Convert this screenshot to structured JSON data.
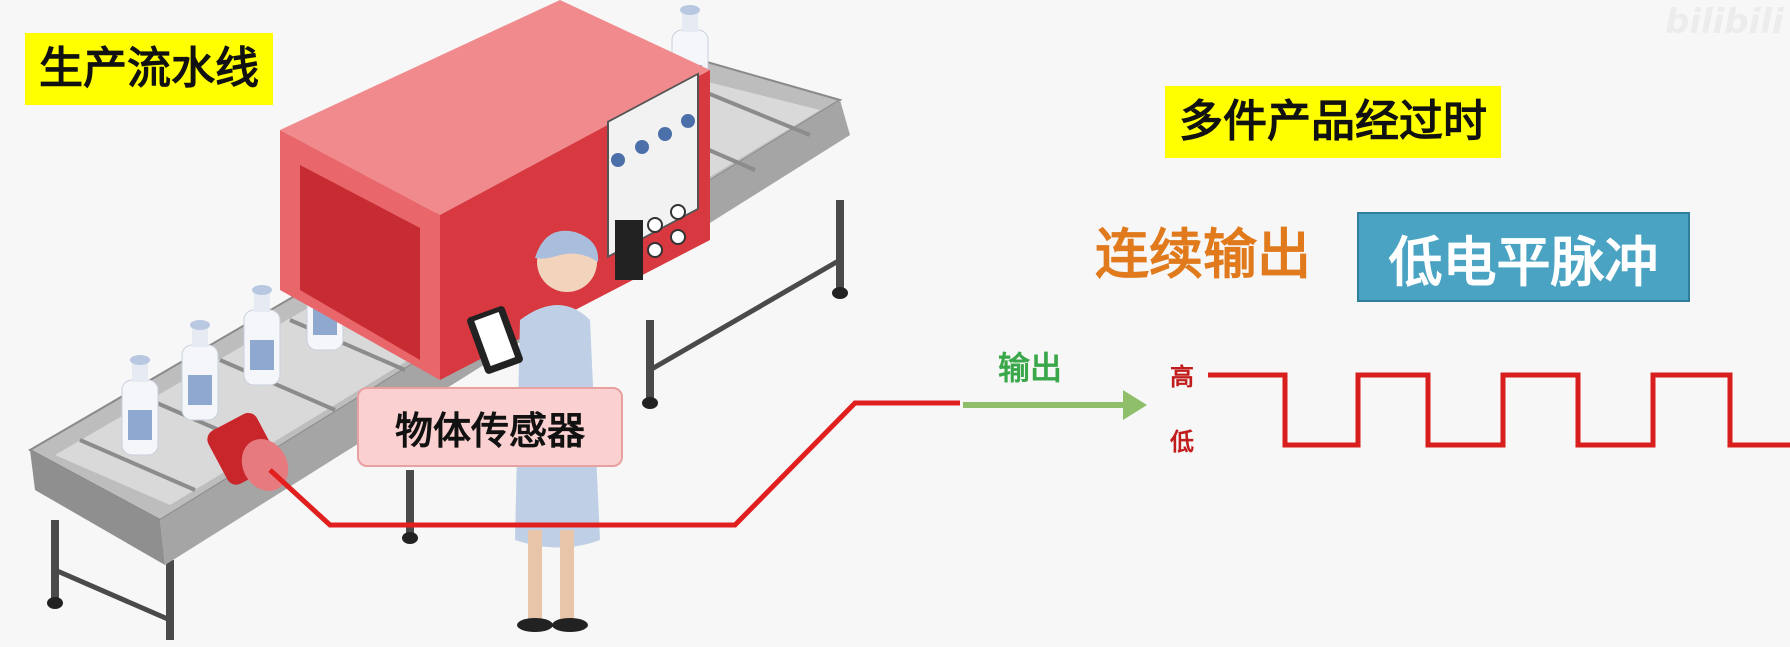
{
  "labels": {
    "production_line": "生产流水线",
    "multiple_products": "多件产品经过时",
    "continuous_output": "连续输出",
    "low_level_pulse": "低电平脉冲",
    "object_sensor": "物体传感器",
    "output": "输出",
    "high": "高",
    "low": "低",
    "watermark": "bilibili"
  },
  "colors": {
    "highlight_yellow": "#ffff00",
    "signal_red": "#d91e1e",
    "arrow_green": "#8fbf6a",
    "machine_red": "#e84a4f",
    "pulse_box_blue": "#4aa3c2",
    "orange_text": "#e07a1c"
  },
  "icons": [
    "production-conveyor-illustration",
    "worker-illustration",
    "bottle-icon",
    "sensor-cylinder-icon",
    "arrow-right-icon"
  ]
}
